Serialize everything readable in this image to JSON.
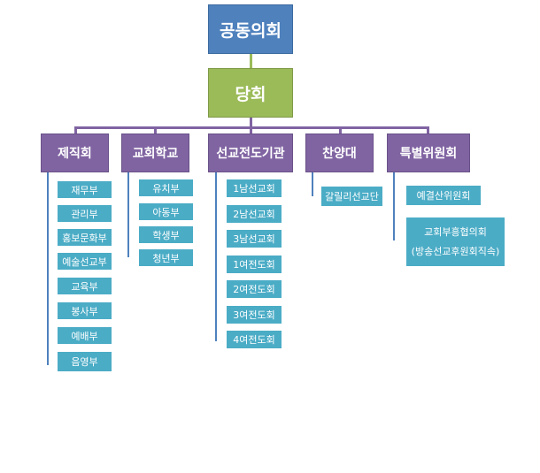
{
  "top": "공동의회",
  "middle": "당회",
  "departments": [
    {
      "label": "제직회",
      "items": [
        "재무부",
        "관리부",
        "홍보문화부",
        "예술선교부",
        "교육부",
        "봉사부",
        "예배부",
        "음영부"
      ]
    },
    {
      "label": "교회학교",
      "items": [
        "유치부",
        "아동부",
        "학생부",
        "청년부"
      ]
    },
    {
      "label": "선교전도기관",
      "items": [
        "1남선교회",
        "2남선교회",
        "3남선교회",
        "1여전도회",
        "2여전도회",
        "3여전도회",
        "4여전도회"
      ]
    },
    {
      "label": "찬양대",
      "items": [
        "갈릴리선교단"
      ]
    },
    {
      "label": "특별위원회",
      "items": [
        "예결산위원회",
        "교회부흥협의회"
      ],
      "note": "(방송선교후원회직속)"
    }
  ],
  "colors": {
    "top": "#4f81bd",
    "middle": "#9bbb59",
    "department": "#8064a2",
    "unit": "#4bacc6"
  }
}
